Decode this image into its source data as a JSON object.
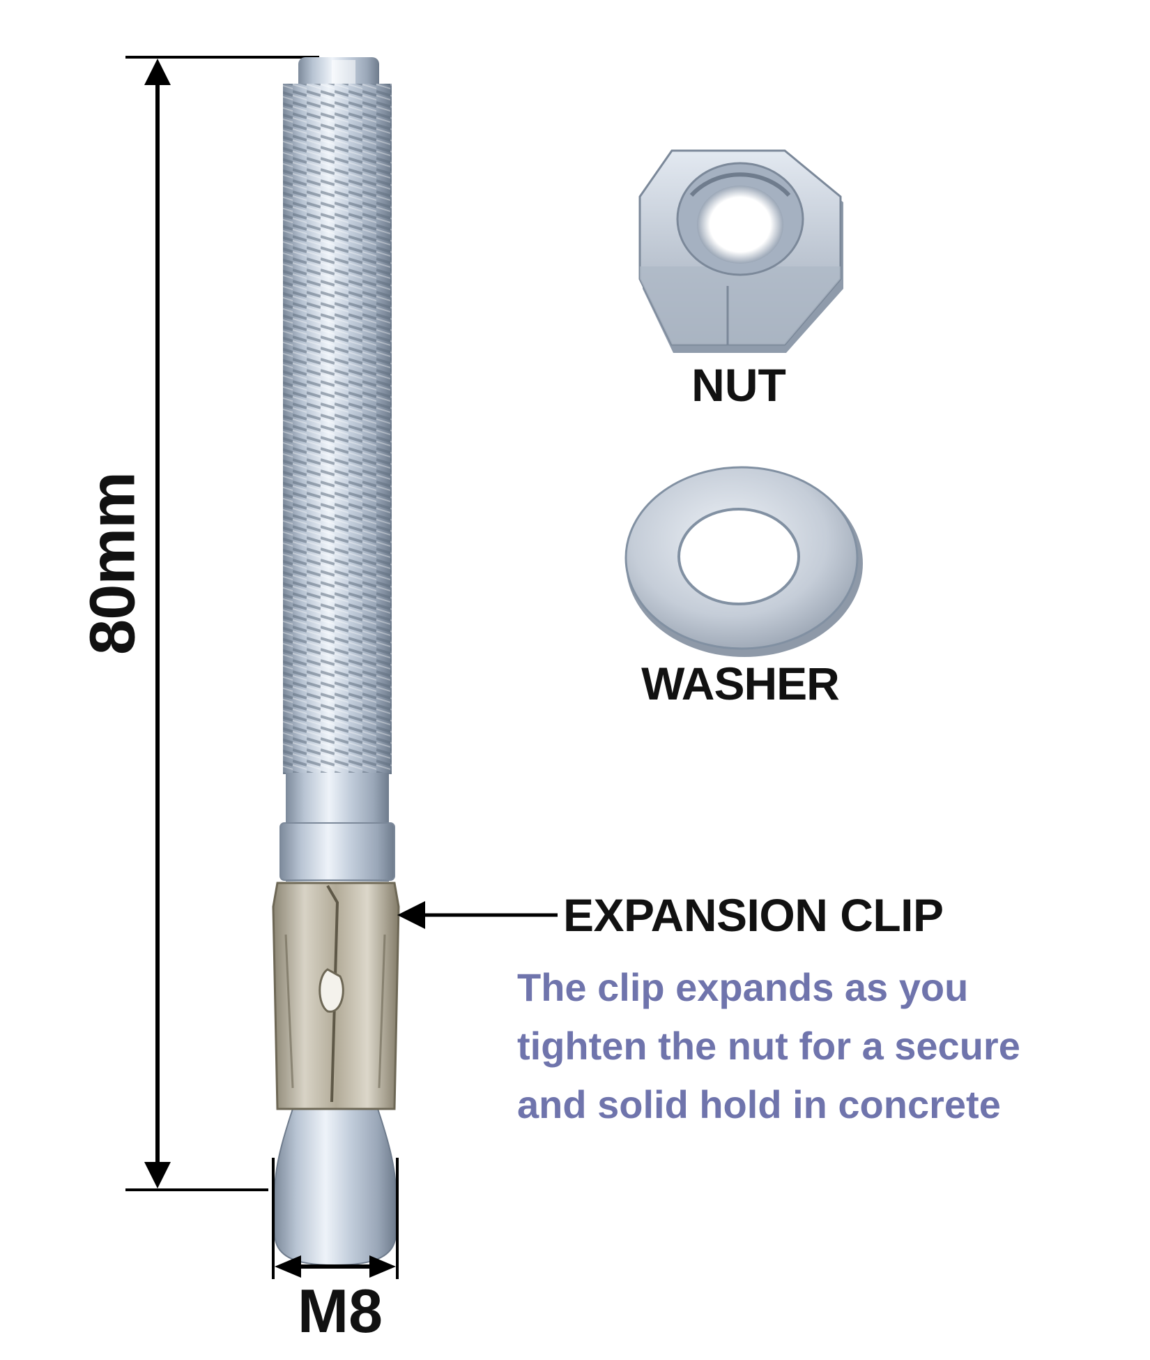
{
  "colors": {
    "text": "#111111",
    "accent_text": "#6f74ac",
    "dimension_line": "#000000",
    "steel_light": "#e4ebf4",
    "steel_mid": "#b5c2d2",
    "steel_dark": "#6f7d8f",
    "clip_light": "#d9d4c8",
    "clip_dark": "#8a836f"
  },
  "dimensions": {
    "length": "80mm",
    "diameter": "M8"
  },
  "parts": {
    "nut": "NUT",
    "washer": "WASHER",
    "expansion_clip": "EXPANSION CLIP"
  },
  "description": {
    "lines": [
      "The clip expands as you",
      "tighten the nut for a secure",
      "and solid hold in concrete"
    ]
  },
  "icons": [
    "bolt-icon",
    "nut-icon",
    "washer-icon",
    "arrow-icon"
  ]
}
